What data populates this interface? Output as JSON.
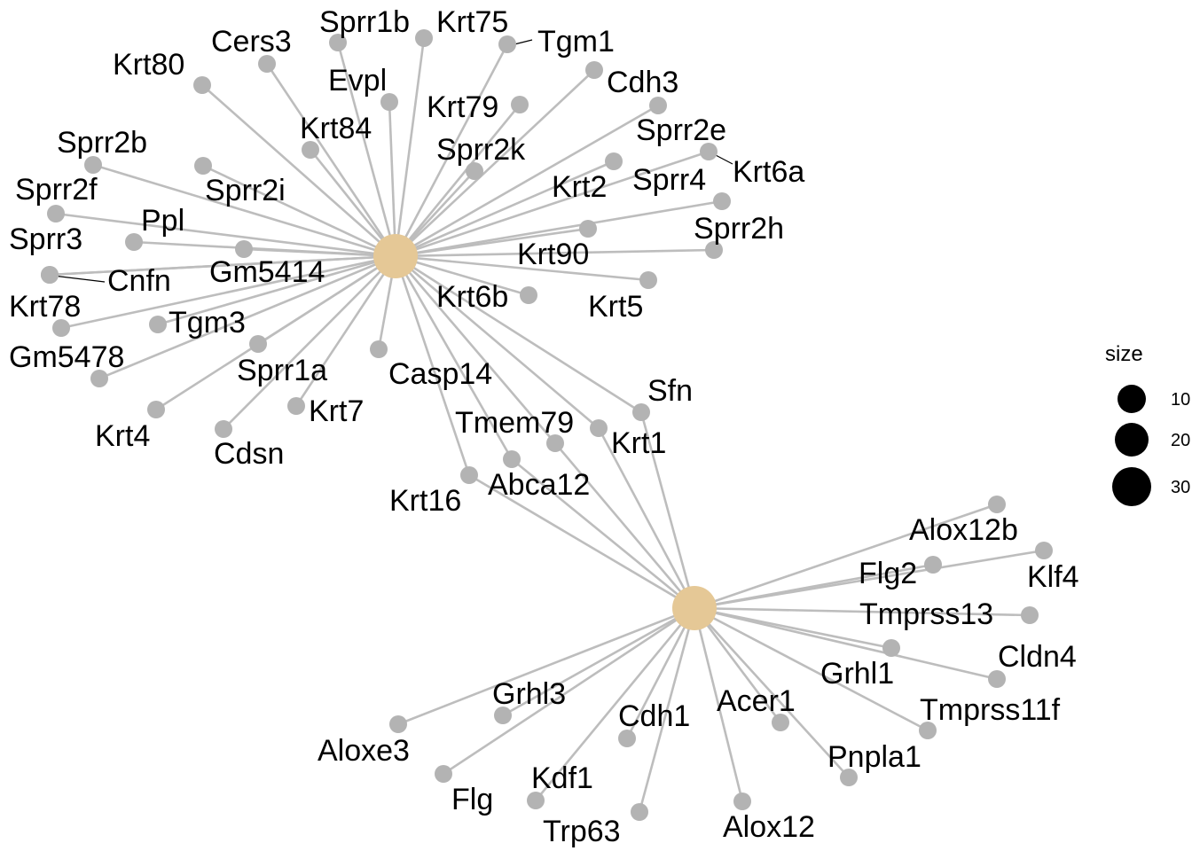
{
  "hubs": [
    {
      "id": "hub-top",
      "color": "#e5c896"
    },
    {
      "id": "hub-bottom",
      "color": "#e5c896"
    }
  ],
  "genes": [
    "Sprr1b",
    "Krt75",
    "Tgm1",
    "Cers3",
    "Evpl",
    "Cdh3",
    "Krt80",
    "Krt79",
    "Krt84",
    "Sprr2e",
    "Sprr2k",
    "Sprr2b",
    "Krt2",
    "Krt6a",
    "Sprr4",
    "Sprr2i",
    "Sprr2f",
    "Ppl",
    "Sprr2h",
    "Sprr3",
    "Krt90",
    "Gm5414",
    "Cnfn",
    "Krt78",
    "Krt6b",
    "Krt5",
    "Tgm3",
    "Gm5478",
    "Sprr1a",
    "Casp14",
    "Krt7",
    "Krt4",
    "Sfn",
    "Cdsn",
    "Tmem79",
    "Krt1",
    "Abca12",
    "Krt16",
    "Alox12b",
    "Flg2",
    "Klf4",
    "Tmprss13",
    "Cldn4",
    "Grhl1",
    "Tmprss11f",
    "Grhl3",
    "Acer1",
    "Cdh1",
    "Aloxe3",
    "Pnpla1",
    "Kdf1",
    "Flg",
    "Trp63",
    "Alox12"
  ],
  "colors": {
    "edge": "#bdbdbd",
    "node": "#b3b3b3",
    "hub": "#e5c896"
  },
  "legend": {
    "title": "size",
    "items": [
      {
        "value": 10
      },
      {
        "value": 20
      },
      {
        "value": 30
      }
    ]
  }
}
